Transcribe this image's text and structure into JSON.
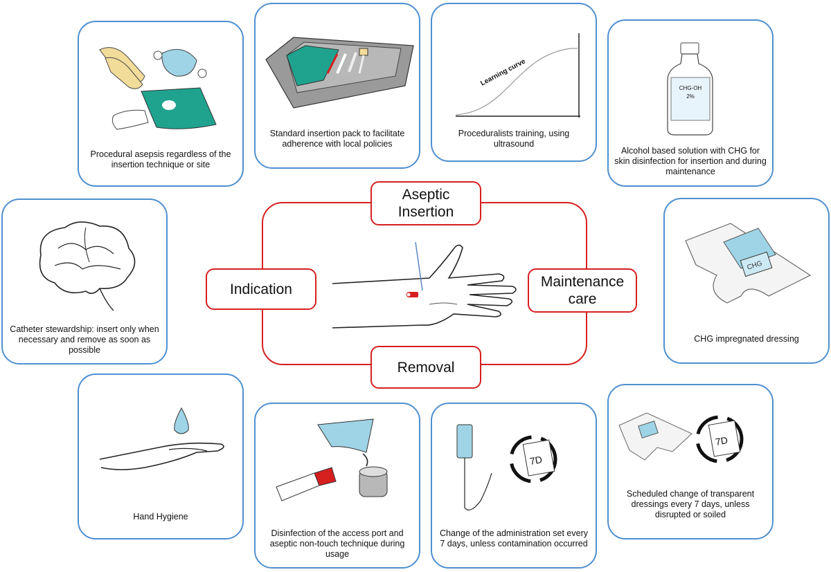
{
  "phases": {
    "aseptic_insertion": "Aseptic Insertion",
    "indication": "Indication",
    "maintenance_care": "Maintenance care",
    "removal": "Removal"
  },
  "cards": {
    "procedural_asepsis": "Procedural asepsis regardless of the insertion technique or site",
    "insertion_pack": "Standard insertion pack to facilitate adherence with local policies",
    "training": "Proceduralists training, using ultrasound",
    "chg_solution": "Alcohol based solution with CHG for skin disinfection for insertion and during maintenance",
    "stewardship": "Catheter stewardship: insert only when necessary and remove as soon as possible",
    "chg_dressing": "CHG impregnated dressing",
    "hand_hygiene": "Hand Hygiene",
    "port_disinfection": "Disinfection of the access port and aseptic non-touch technique during usage",
    "admin_set": "Change of the administration set every 7 days, unless contamination occurred",
    "dressing_change": "Scheduled change of transparent dressings every 7 days, unless disrupted or soiled"
  },
  "illustration_text": {
    "learning_curve": "Learning curve",
    "bottle_label_1": "CHG-OH",
    "bottle_label_2": "2%",
    "dressing_label": "CHG",
    "calendar_1": "7D",
    "calendar_2": "7D"
  },
  "colors": {
    "card_border": "#4f8fd0",
    "phase_border": "#d61f1f",
    "teal": "#1fa38f",
    "light_blue": "#9fd4e6"
  }
}
